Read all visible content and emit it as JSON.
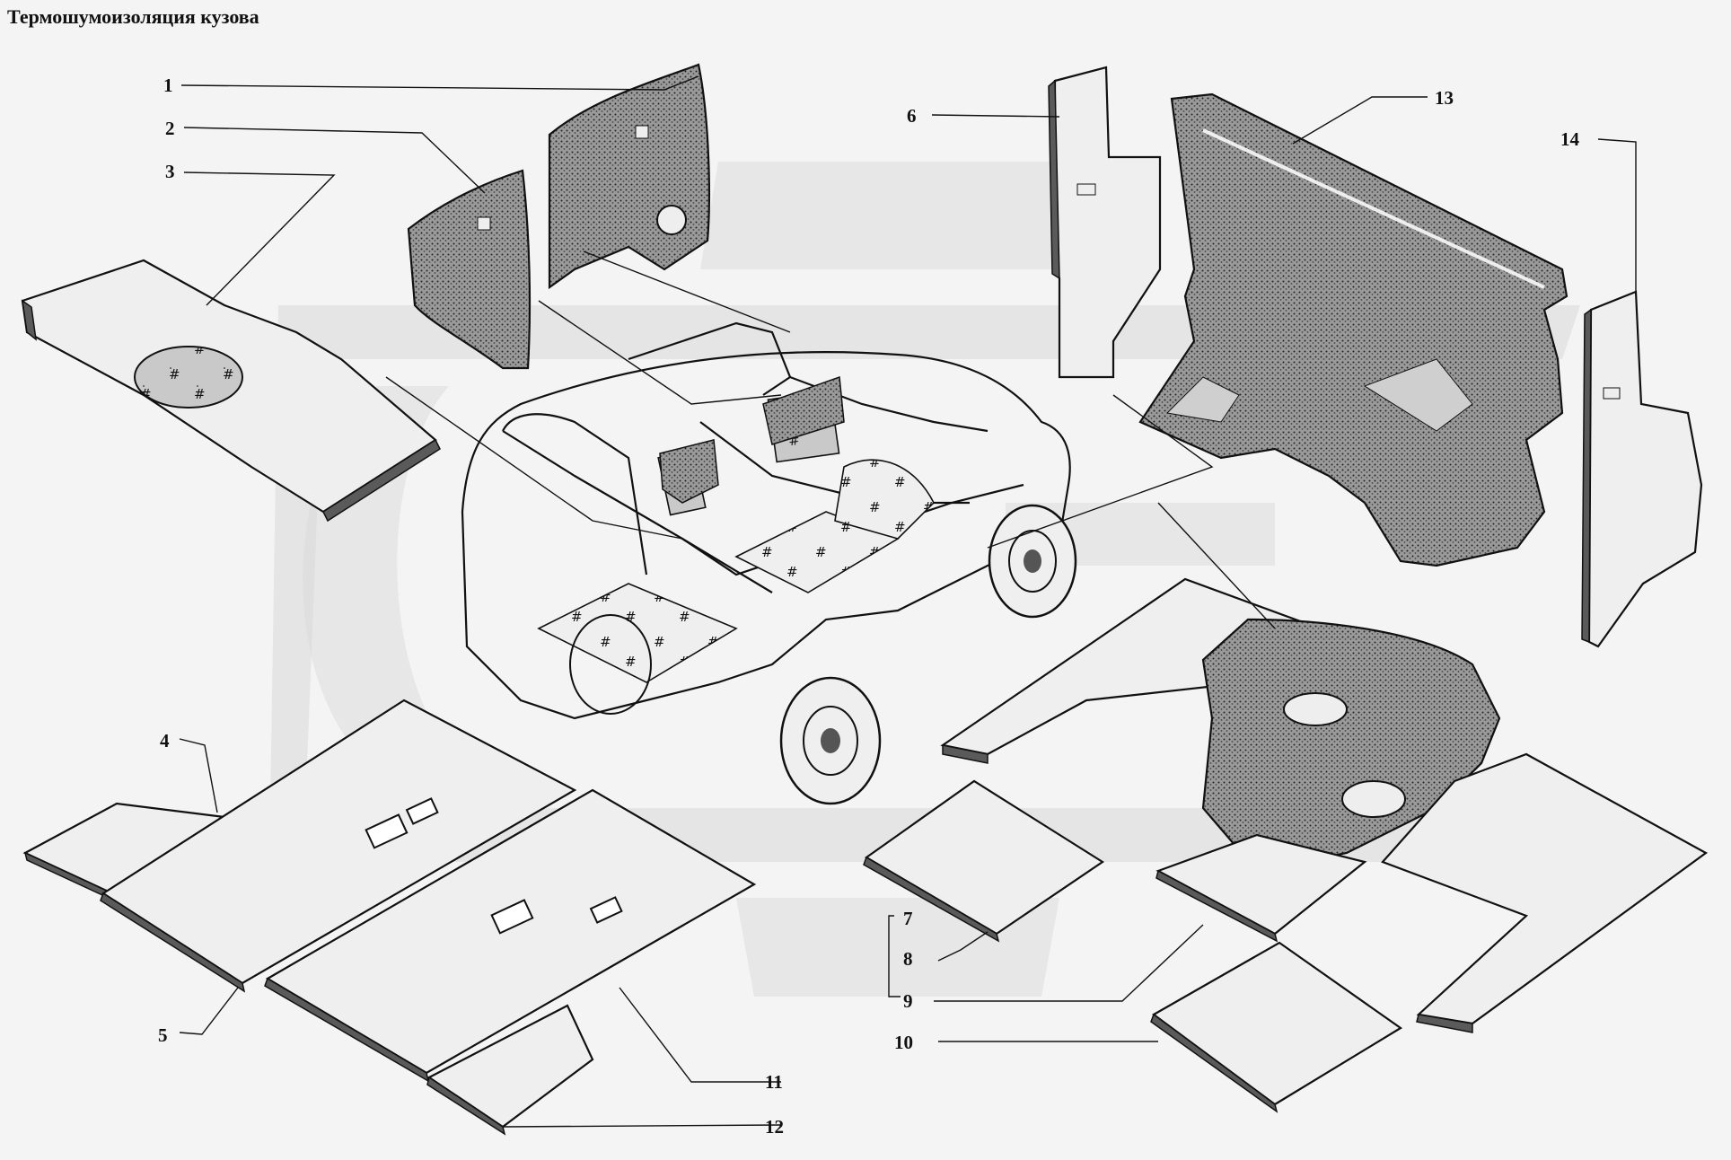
{
  "title": "Термошумоизоляция кузова",
  "callouts": {
    "c1": "1",
    "c2": "2",
    "c3": "3",
    "c4": "4",
    "c5": "5",
    "c6": "6",
    "c7": "7",
    "c8": "8",
    "c9": "9",
    "c10": "10",
    "c11": "11",
    "c12": "12",
    "c13": "13",
    "c14": "14"
  },
  "watermark": {
    "color": "#d9d9d9"
  },
  "colors": {
    "line": "#111111",
    "background": "#f4f4f4",
    "panel": "#efefef"
  }
}
